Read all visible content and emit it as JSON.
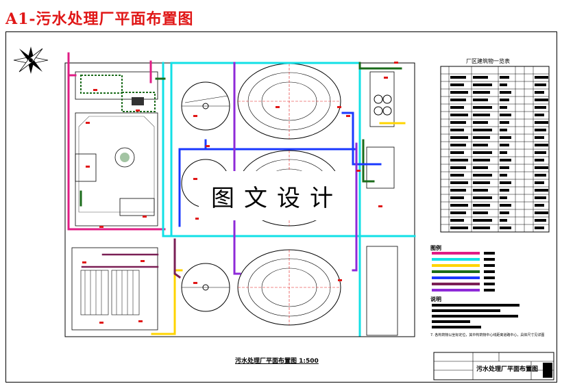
{
  "title": "A1-污水处理厂平面布置图",
  "watermark": "图文设计",
  "plan_caption": "污水处理厂平面布置图 1:500",
  "structures_table": {
    "title": "厂区建筑物一览表",
    "row_count": 21
  },
  "legend": {
    "title": "图例",
    "lines": [
      {
        "color": "#e01c84"
      },
      {
        "color": "#12e0e6"
      },
      {
        "color": "#ffd400"
      },
      {
        "color": "#1a6b1a"
      },
      {
        "color": "#1a38ff"
      },
      {
        "color": "#7a1f55"
      },
      {
        "color": "#8e2ad8"
      }
    ]
  },
  "notes": {
    "title": "说明",
    "footnote": "7. 各构筑物以坐标定位，其中构筑物中心线距离道路中心，具体尺寸见详图"
  },
  "title_block": {
    "drawing_title": "污水处理厂平面布置图"
  },
  "colors": {
    "title_red": "#e01616",
    "sludge_pipe": "#e01c84",
    "water_pipe": "#12e0e6",
    "gas_pipe": "#ffd400",
    "outlet_pipe": "#1a6b1a",
    "return_pipe": "#1a38ff",
    "drain_pipe": "#7a1f55",
    "air_pipe": "#8e2ad8"
  }
}
